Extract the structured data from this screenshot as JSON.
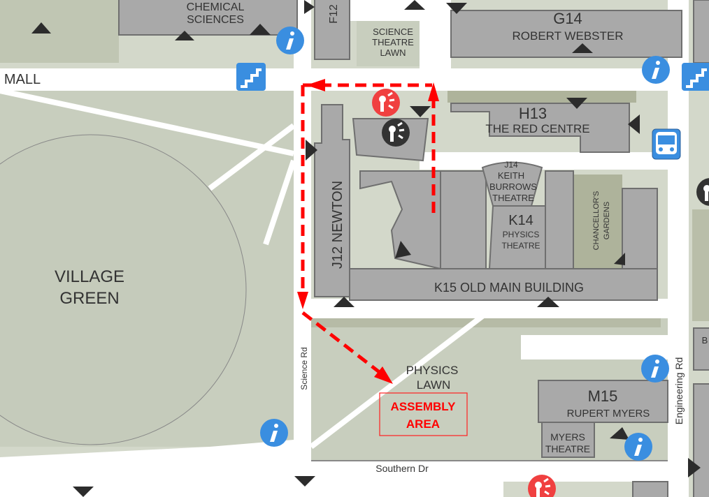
{
  "map": {
    "colors": {
      "background": "#d3d8ca",
      "building": "#a9a9a9",
      "road": "#ffffff",
      "grass": "#aeb39b",
      "route": "#ff0000",
      "info_icon": "#3a8ee0",
      "emergency_red": "#f04040",
      "emergency_dark": "#333333"
    },
    "areas": {
      "mall": "MALL",
      "village_green": [
        "VILLAGE",
        "GREEN"
      ],
      "science_theatre_lawn": [
        "SCIENCE",
        "THEATRE",
        "LAWN"
      ],
      "physics_lawn": [
        "PHYSICS",
        "LAWN"
      ],
      "chancellors_gardens": [
        "CHANCELLOR'S",
        "GARDENS"
      ]
    },
    "buildings": {
      "chemical_sciences": [
        "CHEMICAL",
        "SCIENCES"
      ],
      "f12": "F12",
      "g14": {
        "code": "G14",
        "name": "ROBERT WEBSTER"
      },
      "h13": {
        "code": "H13",
        "name": "THE RED CENTRE"
      },
      "j12": "J12 NEWTON",
      "j14": [
        "J14",
        "KEITH",
        "BURROWS",
        "THEATRE"
      ],
      "k14": {
        "code": "K14",
        "name": [
          "PHYSICS",
          "THEATRE"
        ]
      },
      "k15": "K15 OLD MAIN BUILDING",
      "m15": {
        "code": "M15",
        "name": "RUPERT MYERS"
      },
      "myers_theatre": [
        "MYERS",
        "THEATRE"
      ],
      "b_partial": "B"
    },
    "roads": {
      "science_rd": "Science Rd",
      "southern_dr": "Southern Dr",
      "engineering_rd": "Engineering Rd"
    },
    "assembly_area": [
      "ASSEMBLY",
      "AREA"
    ],
    "icons": [
      "info-icon",
      "stairs-icon",
      "bus-icon",
      "emergency-assembly-icon",
      "entrance-triangle-icon",
      "evacuation-route-arrow"
    ]
  }
}
